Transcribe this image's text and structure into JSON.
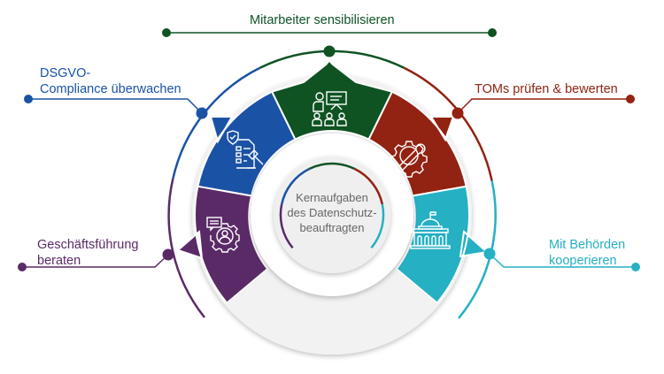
{
  "diagram": {
    "center": {
      "lines": [
        "Kernaufgaben",
        "des Datenschutz-",
        "beauftragten"
      ]
    },
    "tasks": [
      {
        "id": "green",
        "label_lines": [
          "Mitarbeiter sensibilisieren"
        ],
        "color": "#0F5323",
        "icon": "presentation-training-icon"
      },
      {
        "id": "red",
        "label_lines": [
          "TOMs prüfen & bewerten"
        ],
        "color": "#922212",
        "icon": "gear-wrench-icon"
      },
      {
        "id": "teal",
        "label_lines": [
          "Mit Behörden",
          "kooperieren"
        ],
        "color": "#25B0C4",
        "icon": "government-building-icon"
      },
      {
        "id": "purple",
        "label_lines": [
          "Geschäftsführung",
          "beraten"
        ],
        "color": "#5A2A67",
        "icon": "gear-person-chat-icon"
      },
      {
        "id": "blue",
        "label_lines": [
          "DSGVO-",
          "Compliance überwachen"
        ],
        "color": "#1A52A5",
        "icon": "shield-checklist-gavel-icon"
      }
    ],
    "colors": {
      "bottom_segment": "#F2F2F2",
      "center_fill": "#EFEFEF",
      "ring": "#FFFFFF",
      "center_text": "#666666"
    }
  }
}
